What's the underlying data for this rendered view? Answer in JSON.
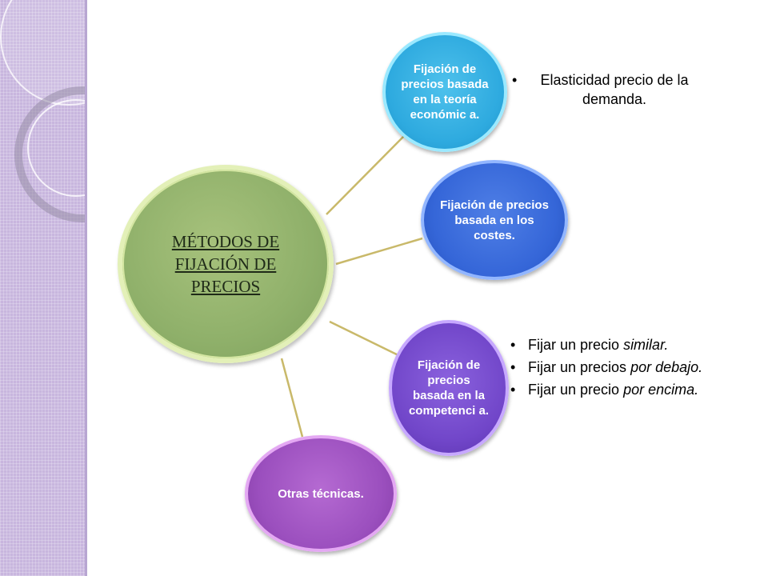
{
  "center": {
    "label": "MÉTODOS DE FIJACIÓN DE PRECIOS"
  },
  "nodes": [
    {
      "id": "teoria",
      "label": "Fijación de precios basada en la teoría económic a.",
      "color": "#2eaadf"
    },
    {
      "id": "costes",
      "label": "Fijación de precios basada en los costes.",
      "color": "#3566d8"
    },
    {
      "id": "competencia",
      "label": "Fijación de precios basada en la competenci a.",
      "color": "#7146c9"
    },
    {
      "id": "otras",
      "label": "Otras técnicas.",
      "color": "#9b4fbe"
    }
  ],
  "bullets": {
    "teoria": [
      "Elasticidad precio de la demanda."
    ],
    "competencia": [
      {
        "plain": "Fijar un precio ",
        "italic": "similar."
      },
      {
        "plain": "Fijar un precios ",
        "italic": "por debajo."
      },
      {
        "plain": "Fijar un precio ",
        "italic": "por encima."
      }
    ]
  },
  "colors": {
    "center_fill": "#8fb06a",
    "connector": "#c9b96a",
    "side_band": "#c8b6de"
  }
}
